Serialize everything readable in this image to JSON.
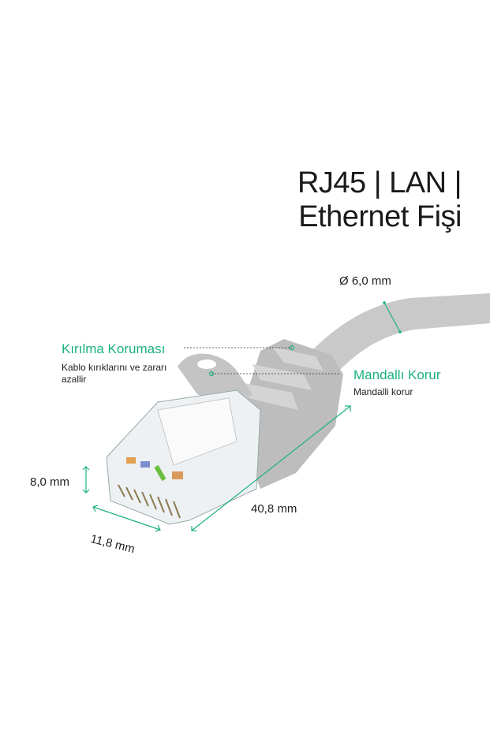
{
  "title": {
    "line1": "RJ45 | LAN |",
    "line2": "Ethernet Fişi"
  },
  "cable_diameter": "Ø 6,0 mm",
  "features": [
    {
      "title": "Kırılma Koruması",
      "desc_line1": "Kablo kırıklarını ve zararı",
      "desc_line2": "azallir"
    },
    {
      "title": "Mandallı Korur",
      "desc_line1": "Mandalli korur"
    }
  ],
  "dimensions": {
    "height": "8,0 mm",
    "length": "40,8 mm",
    "width": "11,8 mm"
  },
  "colors": {
    "accent": "#1bb27a",
    "cable": "#c9c9c9"
  }
}
